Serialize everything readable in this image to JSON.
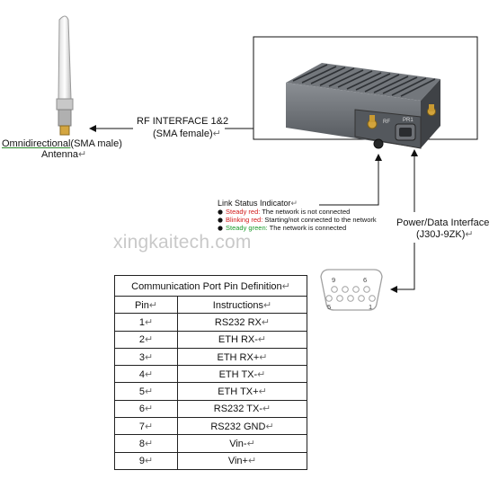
{
  "antenna": {
    "type_label": "Omnidirectional",
    "connector_label": "(SMA male)",
    "name_label": "Antenna"
  },
  "rf_interface": {
    "title": "RF INTERFACE 1&2",
    "subtitle": "(SMA female)"
  },
  "watermark": "xingkaitech.com",
  "link_status": {
    "title": "Link Status Indicator",
    "items": [
      {
        "state": "Steady red",
        "colon": ":",
        "desc": "The network is not connected",
        "color": "#d21a1a"
      },
      {
        "state": "Blinking red",
        "colon": ":",
        "desc": "Starting/not connected to the network",
        "color": "#d21a1a"
      },
      {
        "state": "Steady green",
        "colon": ":",
        "desc": "The network is connected",
        "color": "#1a9a2a"
      }
    ]
  },
  "power_interface": {
    "title": "Power/Data Interface",
    "subtitle": "(J30J-9ZK)"
  },
  "connector_pins": {
    "top_left": "9",
    "top_right": "6",
    "bottom_left": "5",
    "bottom_right": "1"
  },
  "device_ports": {
    "rf": "RF",
    "pr": "PR1"
  },
  "pin_table": {
    "caption": "Communication Port Pin Definition",
    "headers": [
      "Pin",
      "Instructions"
    ],
    "rows": [
      [
        "1",
        "RS232 RX"
      ],
      [
        "2",
        "ETH RX-"
      ],
      [
        "3",
        "ETH RX+"
      ],
      [
        "4",
        "ETH TX-"
      ],
      [
        "5",
        "ETH TX+"
      ],
      [
        "6",
        "RS232 TX-"
      ],
      [
        "7",
        "RS232 GND"
      ],
      [
        "8",
        "Vin-"
      ],
      [
        "9",
        "Vin+"
      ]
    ]
  },
  "paragraph_mark": "↵"
}
